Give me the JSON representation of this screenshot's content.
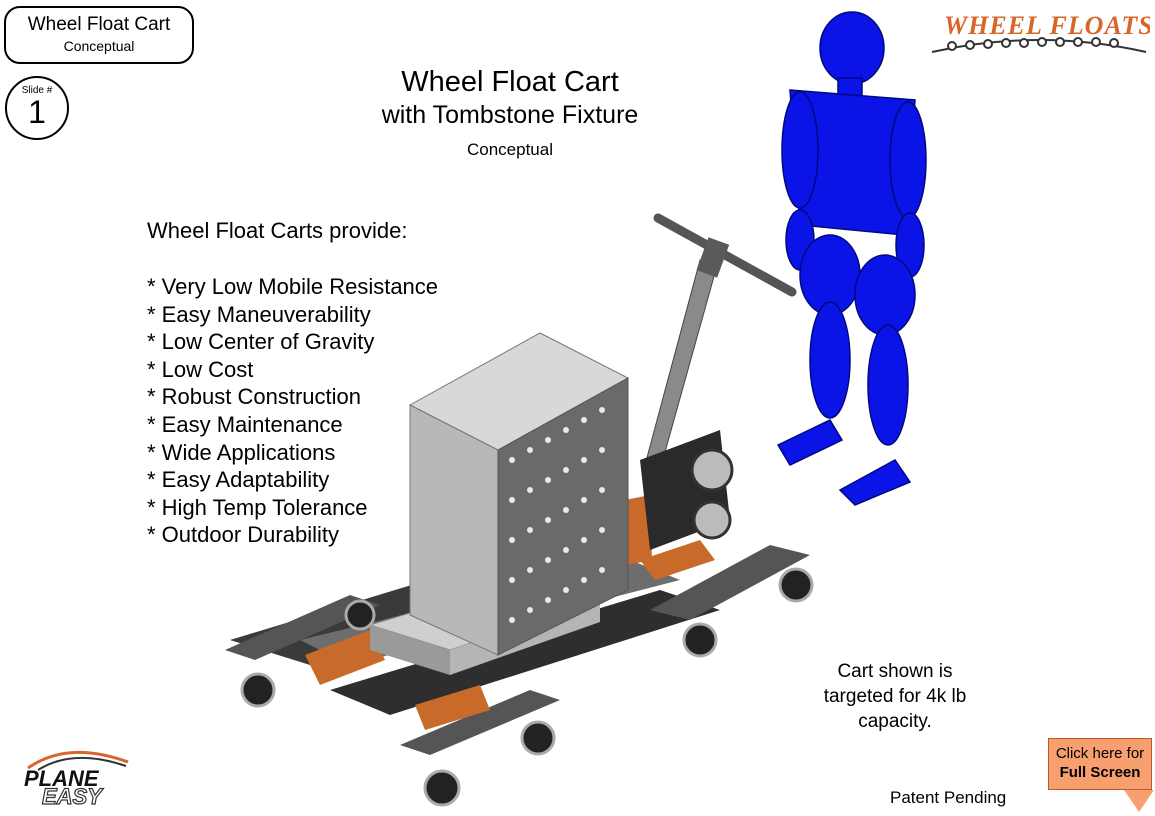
{
  "title_box": {
    "title": "Wheel Float Cart",
    "subtitle": "Conceptual"
  },
  "slide": {
    "label": "Slide #",
    "number": "1"
  },
  "heading": {
    "title": "Wheel Float Cart",
    "subtitle": "with Tombstone Fixture",
    "tag": "Conceptual"
  },
  "intro": "Wheel Float Carts provide:",
  "features": [
    "* Very Low Mobile Resistance",
    "* Easy Maneuverability",
    "* Low Center of Gravity",
    "* Low Cost",
    "* Robust Construction",
    "* Easy Maintenance",
    "* Wide Applications",
    "* Easy Adaptability",
    "* High Temp Tolerance",
    "* Outdoor Durability"
  ],
  "capacity": {
    "line1": "Cart shown is",
    "line2": "targeted for 4k lb",
    "line3": "capacity."
  },
  "patent": "Patent Pending",
  "fullscreen": {
    "line1": "Click here for",
    "line2": "Full Screen"
  },
  "logos": {
    "wheelfloats": "WHEEL FLOATS",
    "planeeasy_top": "PLANE",
    "planeeasy_bottom": "EASY"
  },
  "colors": {
    "accent_orange": "#f79f6e",
    "mannequin_blue": "#0a14e6",
    "logo_orange": "#d9652a"
  },
  "icons": {
    "fullscreen_arrow": "down-arrow-icon"
  }
}
